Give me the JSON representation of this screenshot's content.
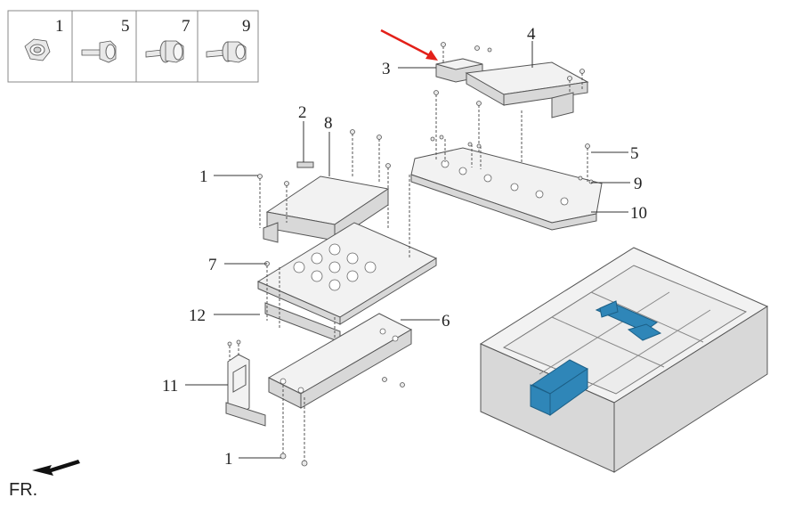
{
  "legend": {
    "cells": [
      {
        "number": "1",
        "icon": "nut-icon"
      },
      {
        "number": "5",
        "icon": "bolt-icon"
      },
      {
        "number": "7",
        "icon": "flange-bolt-icon"
      },
      {
        "number": "9",
        "icon": "flange-bolt-icon"
      }
    ]
  },
  "callouts": {
    "c1a": "1",
    "c1b": "1",
    "c2": "2",
    "c3": "3",
    "c4": "4",
    "c5": "5",
    "c6": "6",
    "c7": "7",
    "c8": "8",
    "c9": "9",
    "c10": "10",
    "c11": "11",
    "c12": "12"
  },
  "direction_label": "FR.",
  "colors": {
    "highlight_arrow": "#e32019",
    "highlight_parts": "#2f86b8",
    "line": "#555555"
  }
}
